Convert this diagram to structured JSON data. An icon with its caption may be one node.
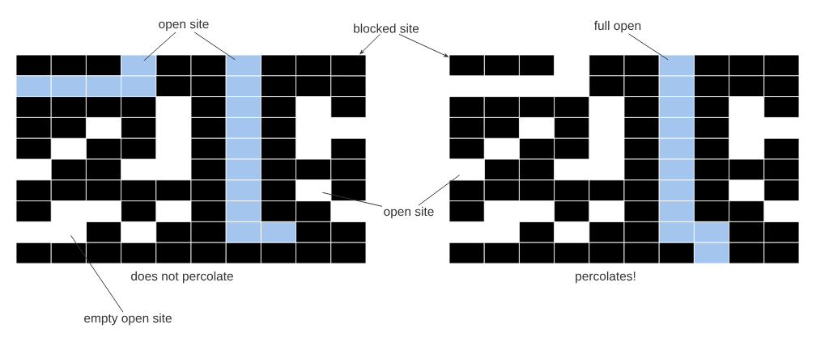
{
  "diagram": {
    "nodes": [
      {
        "text": [
          "open site"
        ]
      },
      {
        "text": [],
        "shape": "box"
      },
      {
        "text": [],
        "shape": "box"
      },
      {
        "text": [
          "blocked site"
        ]
      },
      {
        "text": [],
        "shape": "box"
      },
      {
        "text": [],
        "shape": "box"
      },
      {
        "text": [
          "full open"
        ]
      },
      {
        "text": [],
        "shape": "box"
      },
      {
        "text": [
          "open site"
        ]
      },
      {
        "text": [],
        "shape": "box"
      },
      {
        "text": [],
        "shape": "box"
      },
      {
        "text": [
          "empty open site"
        ]
      },
      {
        "text": [],
        "shape": "box"
      }
    ],
    "edges": [
      {
        "from": 0,
        "to": 1,
        "arrow": "none"
      },
      {
        "from": 0,
        "to": 2,
        "arrow": "none"
      },
      {
        "from": 3,
        "to": 4,
        "arrow": "to"
      },
      {
        "from": 3,
        "to": 5,
        "arrow": "to"
      },
      {
        "from": 6,
        "to": 7,
        "arrow": "none"
      },
      {
        "from": 8,
        "to": 9,
        "arrow": "none"
      },
      {
        "from": 8,
        "to": 10,
        "arrow": "none"
      },
      {
        "from": 11,
        "to": 12,
        "arrow": "none"
      }
    ],
    "labels": [
      "does not percolate",
      "percolates!"
    ]
  }
}
